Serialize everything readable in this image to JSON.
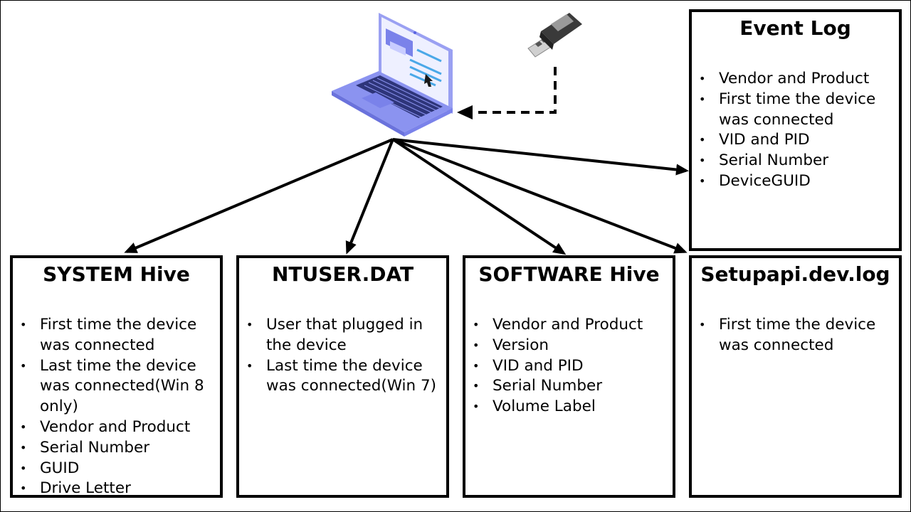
{
  "boxes": {
    "event_log": {
      "title": "Event Log",
      "items": [
        "Vendor and Product",
        "First time the device was connected",
        "VID and PID",
        "Serial Number",
        "DeviceGUID"
      ]
    },
    "system_hive": {
      "title": "SYSTEM Hive",
      "items": [
        "First time the device was connected",
        "Last time the device was connected(Win 8 only)",
        "Vendor and Product",
        "Serial Number",
        "GUID",
        "Drive Letter"
      ]
    },
    "ntuser": {
      "title": "NTUSER.DAT",
      "items": [
        "User that plugged in the device",
        "Last time the device was connected(Win 7)"
      ]
    },
    "software_hive": {
      "title": "SOFTWARE Hive",
      "items": [
        "Vendor and Product",
        "Version",
        "VID and PID",
        "Serial Number",
        "Volume Label"
      ]
    },
    "setupapi": {
      "title": "Setupapi.dev.log",
      "items": [
        "First time the device was connected"
      ]
    }
  },
  "icons": {
    "laptop": "laptop-icon",
    "usb": "usb-drive-icon"
  },
  "colors": {
    "laptop_body": "#8b93f0",
    "laptop_screen": "#e8eaff",
    "laptop_accent": "#5a64e0",
    "usb_body": "#3a3a3a"
  }
}
